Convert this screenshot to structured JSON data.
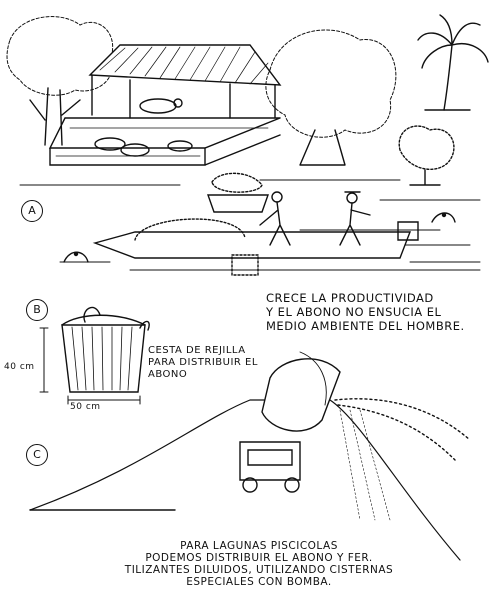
{
  "labels": {
    "section_a": "A",
    "section_b": "B",
    "section_c": "C"
  },
  "caption_a": {
    "lines": [
      "CRECE LA PRODUCTIVIDAD",
      "Y EL ABONO NO ENSUCIA EL",
      "MEDIO AMBIENTE DEL HOMBRE."
    ]
  },
  "caption_b": {
    "lines": [
      "CESTA DE REJILLA",
      "PARA DISTRIBUIR EL",
      "ABONO"
    ]
  },
  "dimensions": {
    "height": "40 cm",
    "width": "50 cm"
  },
  "caption_c": {
    "lines": [
      "PARA LAGUNAS PISCICOLAS",
      "PODEMOS DISTRIBUIR EL ABONO Y FER.",
      "TILIZANTES DILUIDOS, UTILIZANDO CISTERNAS",
      "ESPECIALES CON BOMBA."
    ]
  },
  "icons": [
    "pig-pen-icon",
    "palm-tree-icon",
    "boat-icon",
    "fish-icon",
    "basket-icon",
    "tanker-truck-icon"
  ]
}
